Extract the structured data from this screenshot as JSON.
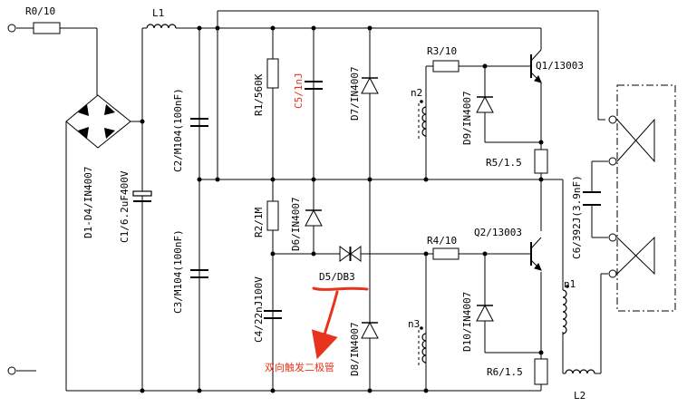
{
  "labels": {
    "r0": "R0/10",
    "l1": "L1",
    "d1_d4": "D1-D4/IN4007",
    "c1": "C1/6.2uF400V",
    "c2": "C2/M104(100nF)",
    "c3": "C3/M104(100nF)",
    "r1": "R1/560K",
    "c5": "C5/1nJ",
    "d7": "D7/IN4007",
    "r3": "R3/10",
    "q1": "Q1/13003",
    "n2": "n2",
    "d9": "D9/IN4007",
    "r5": "R5/1.5",
    "c6": "C6/392J(3.9nF)",
    "r2": "R2/1M",
    "d6": "D6/IN4007",
    "d5": "D5/DB3",
    "r4": "R4/10",
    "q2": "Q2/13003",
    "c4": "C4/22nJ100V",
    "d8": "D8/IN4007",
    "n3": "n3",
    "d10": "D10/IN4007",
    "r6": "R6/1.5",
    "n1": "n1",
    "l2": "L2",
    "annotation": "双向触发二极管"
  },
  "colors": {
    "wire": "#000000",
    "highlight": "#e8341c"
  }
}
